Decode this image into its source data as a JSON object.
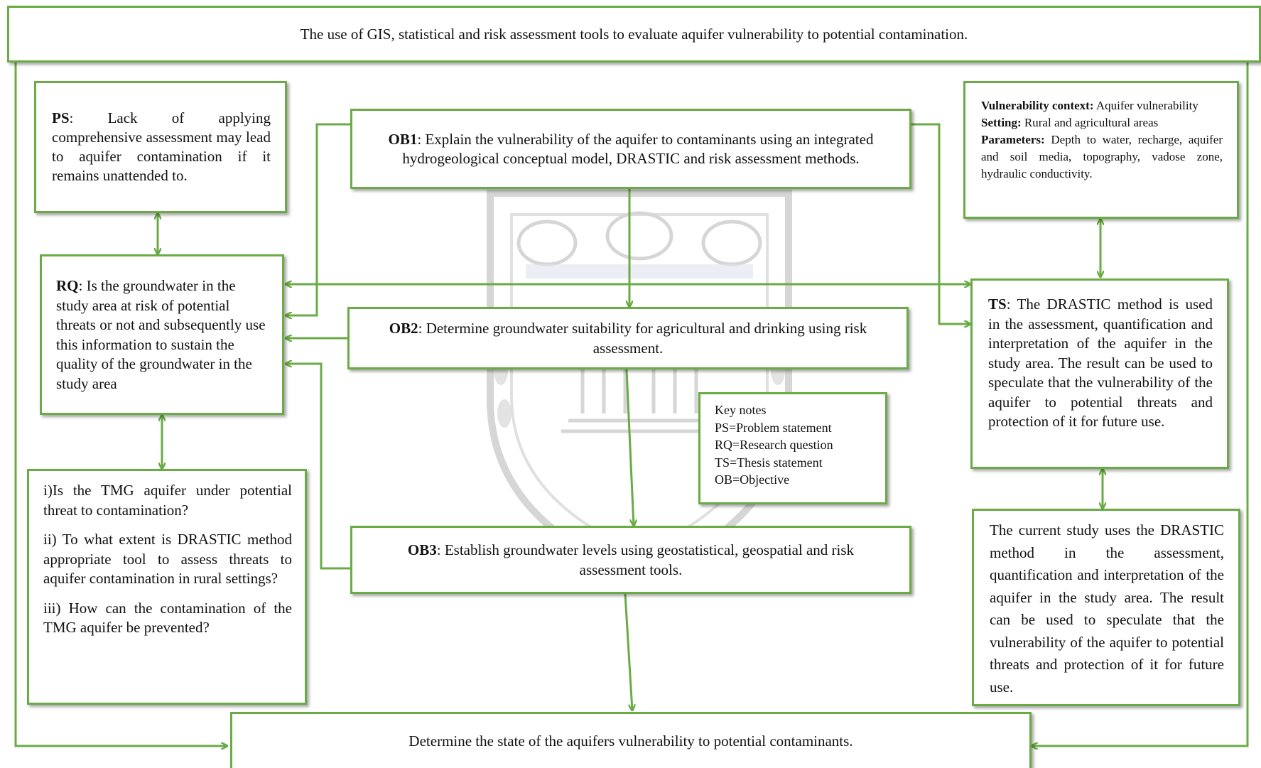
{
  "title_box": {
    "text": "The use of GIS, statistical and risk assessment tools to evaluate aquifer vulnerability to potential contamination."
  },
  "ps_box": {
    "label": "PS",
    "text": ": Lack of applying comprehensive assessment may lead to aquifer contamination if it remains unattended to."
  },
  "ob1_box": {
    "label": "OB1",
    "text": ": Explain the vulnerability of the aquifer to contaminants using an integrated hydrogeological conceptual model, DRASTIC and risk assessment methods."
  },
  "context_box": {
    "vuln_label": "Vulnerability context:",
    "vuln_text": " Aquifer vulnerability",
    "setting_label": "Setting:",
    "setting_text": " Rural and agricultural areas",
    "params_label": "Parameters:",
    "params_text": " Depth to water, recharge, aquifer and soil media, topography, vadose zone, hydraulic conductivity."
  },
  "rq_box": {
    "label": "RQ",
    "text": ": Is the groundwater in the study area at risk of potential threats or not and subsequently use this information to sustain the quality of the groundwater in the study area"
  },
  "ob2_box": {
    "label": "OB2",
    "text": ": Determine groundwater suitability for agricultural and drinking using risk assessment."
  },
  "ts_box": {
    "label": "TS",
    "text": ": The DRASTIC method is used in the assessment, quantification and interpretation of the aquifer in the study area. The result can be used to speculate that the vulnerability of the aquifer to potential threats and protection of it for future use."
  },
  "key_notes": {
    "title": "Key notes",
    "items": [
      "PS=Problem statement",
      "RQ=Research question",
      "TS=Thesis statement",
      "OB=Objective"
    ]
  },
  "questions_box": {
    "q1": "i)Is the TMG aquifer under potential threat to contamination?",
    "q2": "ii) To what extent is DRASTIC method appropriate tool to assess threats to aquifer contamination in rural settings?",
    "q3": " iii) How can the contamination of the TMG aquifer be prevented?"
  },
  "ob3_box": {
    "label": "OB3",
    "text": ": Establish groundwater levels using geostatistical, geospatial and risk assessment tools."
  },
  "current_study_box": {
    "text": "The current study uses the DRASTIC method in the assessment, quantification and interpretation of the aquifer in the study area. The result can be used to speculate that the vulnerability of the aquifer to potential threats and protection of it for future use."
  },
  "bottom_box": {
    "text": "Determine the state of the aquifers vulnerability to potential contaminants."
  },
  "colors": {
    "border": "#6aab45",
    "arrow": "#6aab45",
    "watermark": "#b5b5b5"
  }
}
